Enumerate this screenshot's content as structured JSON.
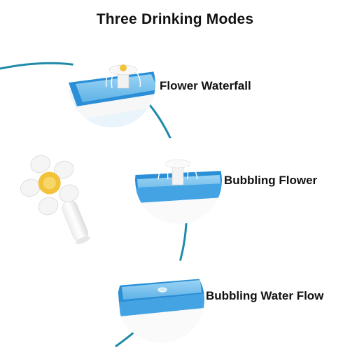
{
  "header": {
    "title": "Three Drinking Modes"
  },
  "modes": [
    {
      "label": "Flower Waterfall"
    },
    {
      "label": "Bubbling Flower"
    },
    {
      "label": "Bubbling Water Flow"
    }
  ],
  "colors": {
    "arc": "#1f8aa8",
    "water": "#7cc3ee",
    "rim": "#2a8fd6",
    "petal": "#f4f4f4",
    "flower_center": "#f2c23a"
  }
}
